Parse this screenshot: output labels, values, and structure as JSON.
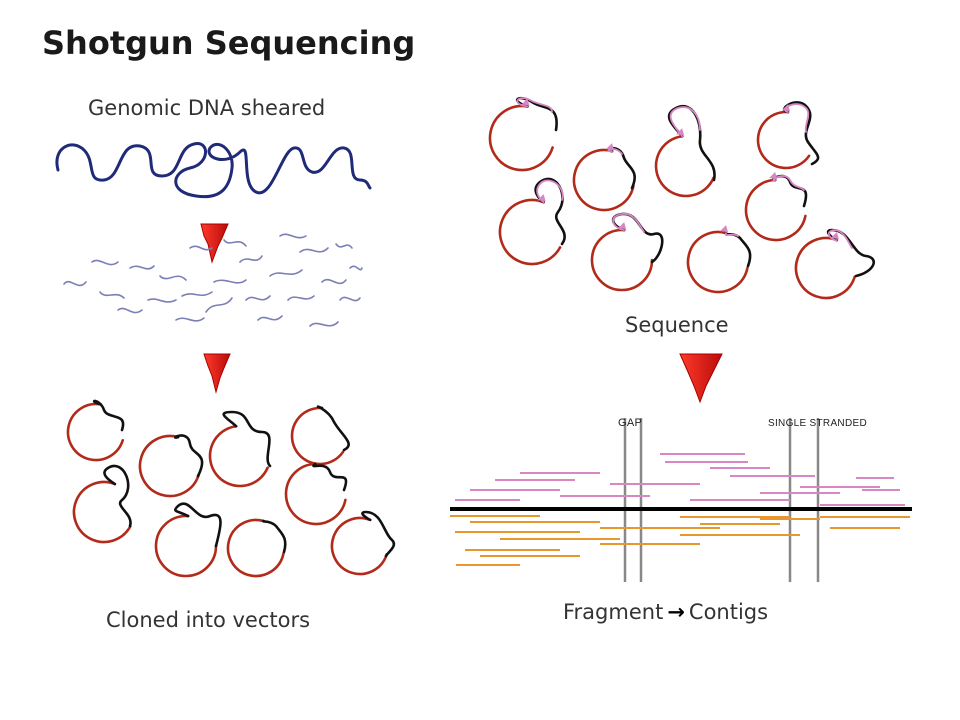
{
  "title": "Shotgun Sequencing",
  "labels": {
    "sheared": "Genomic DNA sheared",
    "cloned": "Cloned into vectors",
    "sequence": "Sequence",
    "fragment": "Fragment",
    "fragment_arrow": "→",
    "contigs": "Contigs",
    "gap": "GAP",
    "single_stranded": "SINGLE STRANDED"
  },
  "colors": {
    "genomic_dna": "#1f2a78",
    "fragments": "#7b7fb5",
    "vector": "#b22a1a",
    "insert": "#111111",
    "read": "#d986c4",
    "arrow": "#e01818",
    "contig": "#000000",
    "reverse_read": "#e8962e",
    "marker": "#888888"
  }
}
